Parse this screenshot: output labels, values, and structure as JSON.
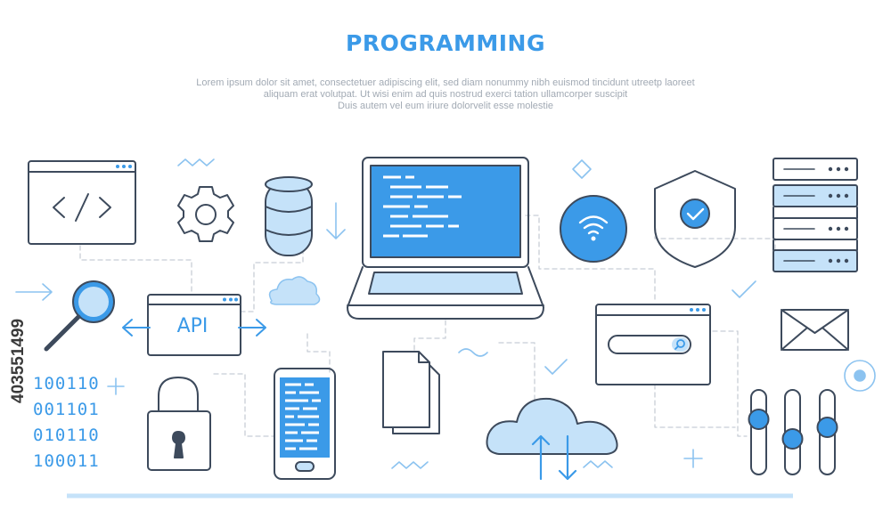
{
  "header": {
    "title": "PROGRAMMING",
    "description": [
      "Lorem ipsum dolor sit amet, consectetuer adipiscing elit, sed diam nonummy nibh euismod tincidunt utreetp laoreet",
      "aliquam erat volutpat. Ut wisi enim ad  quis nostrud exerci tation ullamcorper suscipit",
      "Duis autem vel eum iriure dolorvelit esse molestie"
    ]
  },
  "api_window": {
    "label": "API"
  },
  "binary_block": {
    "lines": [
      "100110",
      "001101",
      "010110",
      "100011"
    ]
  },
  "watermark": {
    "id_text": "403551499"
  },
  "colors": {
    "accent": "#3b9ae8",
    "light_fill": "#c5e2f9",
    "outline": "#3d4a5c",
    "background": "#ffffff"
  },
  "icons": [
    "code-window-icon",
    "gear-icon",
    "database-icon",
    "laptop-icon",
    "wifi-icon",
    "shield-check-icon",
    "server-rack-icon",
    "magnifier-icon",
    "api-window-icon",
    "cloud-icon",
    "search-window-icon",
    "envelope-icon",
    "padlock-icon",
    "smartphone-icon",
    "documents-icon",
    "cloud-transfer-icon",
    "sliders-icon"
  ]
}
